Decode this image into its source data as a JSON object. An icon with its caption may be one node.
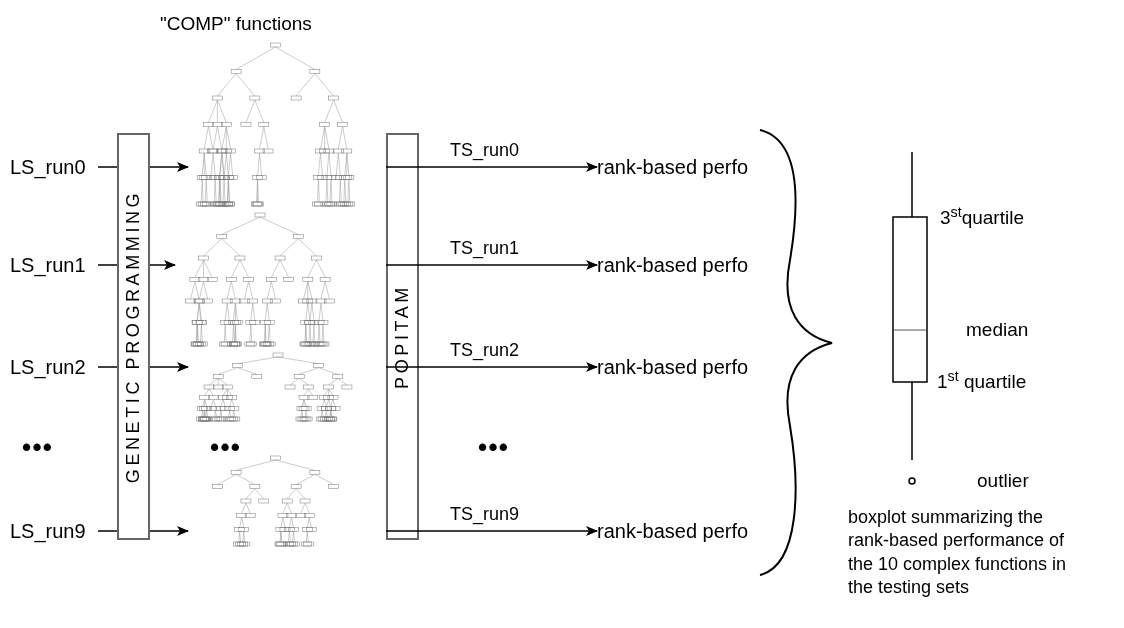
{
  "diagram": {
    "title": "\"COMP\" functions",
    "nodes": [
      {
        "text": [
          "GENETIC PROGRAMMING"
        ]
      },
      {
        "text": [
          "POPITAM"
        ]
      },
      {
        "text": [
          "LS_run0"
        ]
      },
      {
        "text": [
          "LS_run1"
        ]
      },
      {
        "text": [
          "LS_run2"
        ]
      },
      {
        "text": [
          "LS_run9"
        ]
      },
      {
        "text": [],
        "shape": "picture"
      },
      {
        "text": [],
        "shape": "picture"
      },
      {
        "text": [],
        "shape": "picture"
      },
      {
        "text": [],
        "shape": "picture"
      },
      {
        "text": [
          "rank-based perfo"
        ]
      },
      {
        "text": [
          "rank-based perfo"
        ]
      },
      {
        "text": [
          "rank-based perfo"
        ]
      },
      {
        "text": [
          "rank-based perfo"
        ]
      }
    ],
    "edges": [
      {
        "from": 2,
        "to": 0,
        "arrow": "none"
      },
      {
        "from": 0,
        "to": 6,
        "arrow": "to"
      },
      {
        "from": 3,
        "to": 0,
        "arrow": "none"
      },
      {
        "from": 0,
        "to": 7,
        "arrow": "to"
      },
      {
        "from": 4,
        "to": 0,
        "arrow": "none"
      },
      {
        "from": 0,
        "to": 8,
        "arrow": "to"
      },
      {
        "from": 5,
        "to": 0,
        "arrow": "none"
      },
      {
        "from": 0,
        "to": 9,
        "arrow": "to"
      },
      {
        "from": 1,
        "to": 10,
        "arrow": "to",
        "label": "TS_run0"
      },
      {
        "from": 1,
        "to": 11,
        "arrow": "to",
        "label": "TS_run1"
      },
      {
        "from": 1,
        "to": 12,
        "arrow": "to",
        "label": "TS_run2"
      },
      {
        "from": 1,
        "to": 13,
        "arrow": "to",
        "label": "TS_run9"
      }
    ],
    "labels": [
      "•••",
      "•••",
      "•••",
      "3$^{st}$quartile",
      "median",
      "1$^{st}$ quartile",
      "outlier",
      "boxplot summarizing the rank-based performance of the 10 complex functions in the testing sets"
    ]
  }
}
